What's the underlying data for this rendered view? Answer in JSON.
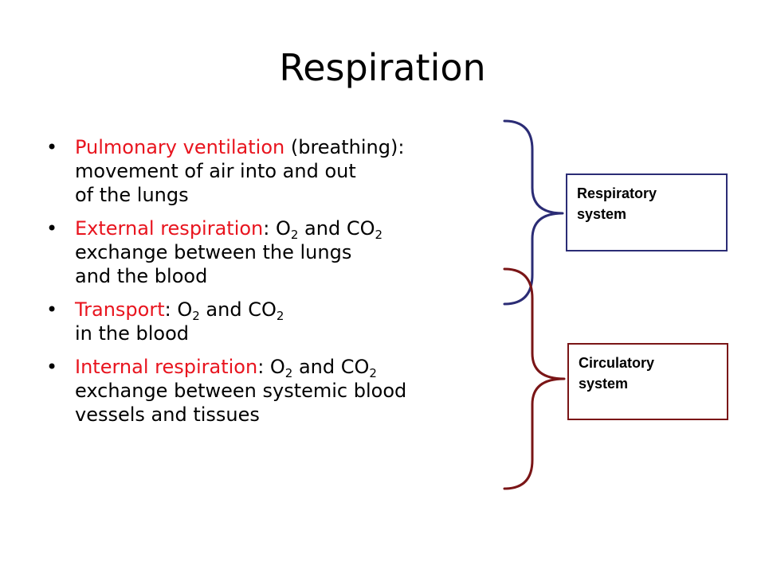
{
  "slide": {
    "title": "Respiration"
  },
  "bullets": [
    {
      "term": "Pulmonary ventilation",
      "line1_rest": " (breathing):",
      "line2": "movement of air into and out",
      "line3": "of the lungs"
    },
    {
      "term": "External respiration",
      "line1_a": ": O",
      "sub1": "2",
      "line1_b": " and CO",
      "sub2": "2",
      "line2": "exchange between the lungs",
      "line3": "and the blood"
    },
    {
      "term": "Transport",
      "line1_a": ": O",
      "sub1": "2",
      "line1_b": " and CO",
      "sub2": "2",
      "line2": "in the blood"
    },
    {
      "term": "Internal respiration",
      "line1_a": ": O",
      "sub1": "2",
      "line1_b": " and CO",
      "sub2": "2",
      "line2": "exchange between systemic blood",
      "line3": "vessels and tissues"
    }
  ],
  "labels": {
    "respiratory_line1": "Respiratory",
    "respiratory_line2": "system",
    "circulatory_line1": "Circulatory",
    "circulatory_line2": "system"
  },
  "colors": {
    "term": "#e8141e",
    "respiratory": "#2b2c75",
    "circulatory": "#7a1516"
  }
}
